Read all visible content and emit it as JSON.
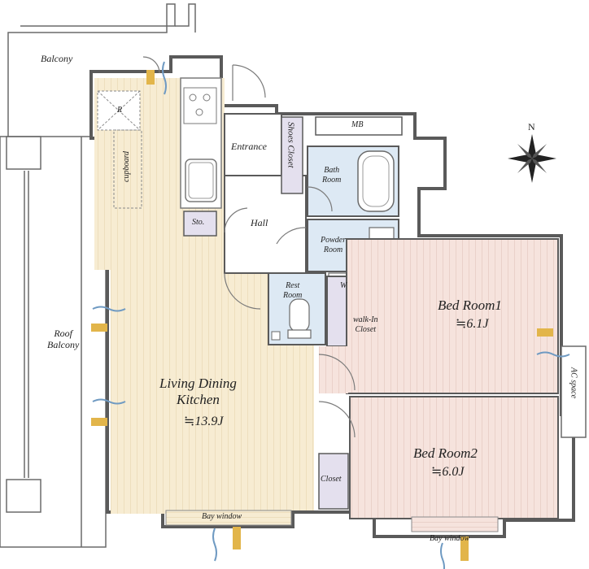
{
  "colors": {
    "wall": "#5a5a5a",
    "wood_light": "#f7ecd2",
    "wood_line": "#ddc9a0",
    "bedroom": "#f5e2dc",
    "bedroom_line": "#dcbcb2",
    "wet_area": "#dde9f4",
    "storage": "#e4e0ee",
    "balcony": "#ffffff",
    "arrow_gold": "#e2b54a",
    "arrow_blue": "#6f9ac2"
  },
  "labels": {
    "balcony": "Balcony",
    "roof_balcony": "Roof\nBalcony",
    "ldk": "Living Dining\nKitchen",
    "ldk_area": "≒13.9J",
    "entrance": "Entrance",
    "shoes_closet": "Shoes Closet",
    "bath_room": "Bath\nRoom",
    "mb": "MB",
    "hall": "Hall",
    "sto": "Sto.",
    "powder_room": "Powder\nRoom",
    "rest_room": "Rest\nRoom",
    "w": "W",
    "walk_in_closet": "walk-In\nCloset",
    "bed1": "Bed Room1",
    "bed1_area": "≒6.1J",
    "bed2": "Bed Room2",
    "bed2_area": "≒6.0J",
    "closet": "Closet",
    "bay_window_1": "Bay window",
    "bay_window_2": "Bay window",
    "ac_space": "AC space",
    "cupboard": "cupboard",
    "r": "R",
    "compass_n": "N"
  }
}
